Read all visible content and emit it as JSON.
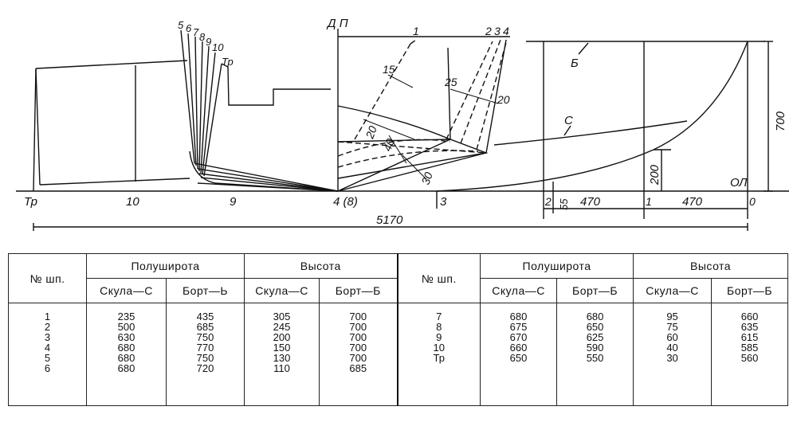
{
  "drawing": {
    "station_labels": [
      "Тр",
      "10",
      "9",
      "4 (8)",
      "3",
      "2",
      "1",
      "0"
    ],
    "top_station_labels": [
      "5",
      "6",
      "7",
      "8",
      "9",
      "10",
      "Тр"
    ],
    "front_station_labels": [
      "1",
      "2",
      "3",
      "4"
    ],
    "centerline_label": "Д П",
    "baseline_label": "ОЛ",
    "chine_label": "С",
    "sheer_label": "Б",
    "angles": [
      "15",
      "25",
      "20",
      "20",
      "40",
      "30"
    ],
    "dims": {
      "overall_length": "5170",
      "spacing_1": "470",
      "spacing_2": "470",
      "small_offset": "55",
      "chine_height": "200",
      "depth": "700"
    }
  },
  "table": {
    "header": {
      "station": "№ шп.",
      "half_breadth": "Полуширота",
      "height": "Высота",
      "chine": "Скула—С",
      "sheer_hb": "Борт—Ь",
      "sheer": "Борт—Б"
    },
    "left": {
      "stations": [
        "1",
        "2",
        "3",
        "4",
        "5",
        "6"
      ],
      "hb_chine": [
        "235",
        "500",
        "630",
        "680",
        "680",
        "680"
      ],
      "hb_sheer": [
        "435",
        "685",
        "750",
        "770",
        "750",
        "720"
      ],
      "h_chine": [
        "305",
        "245",
        "200",
        "150",
        "130",
        "110"
      ],
      "h_sheer": [
        "700",
        "700",
        "700",
        "700",
        "700",
        "685"
      ]
    },
    "right": {
      "stations": [
        "7",
        "8",
        "9",
        "10",
        "Тр"
      ],
      "hb_chine": [
        "680",
        "675",
        "670",
        "660",
        "650"
      ],
      "hb_sheer": [
        "680",
        "650",
        "625",
        "590",
        "550"
      ],
      "h_chine": [
        "95",
        "75",
        "60",
        "40",
        "30"
      ],
      "h_sheer": [
        "660",
        "635",
        "615",
        "585",
        "560"
      ]
    }
  }
}
